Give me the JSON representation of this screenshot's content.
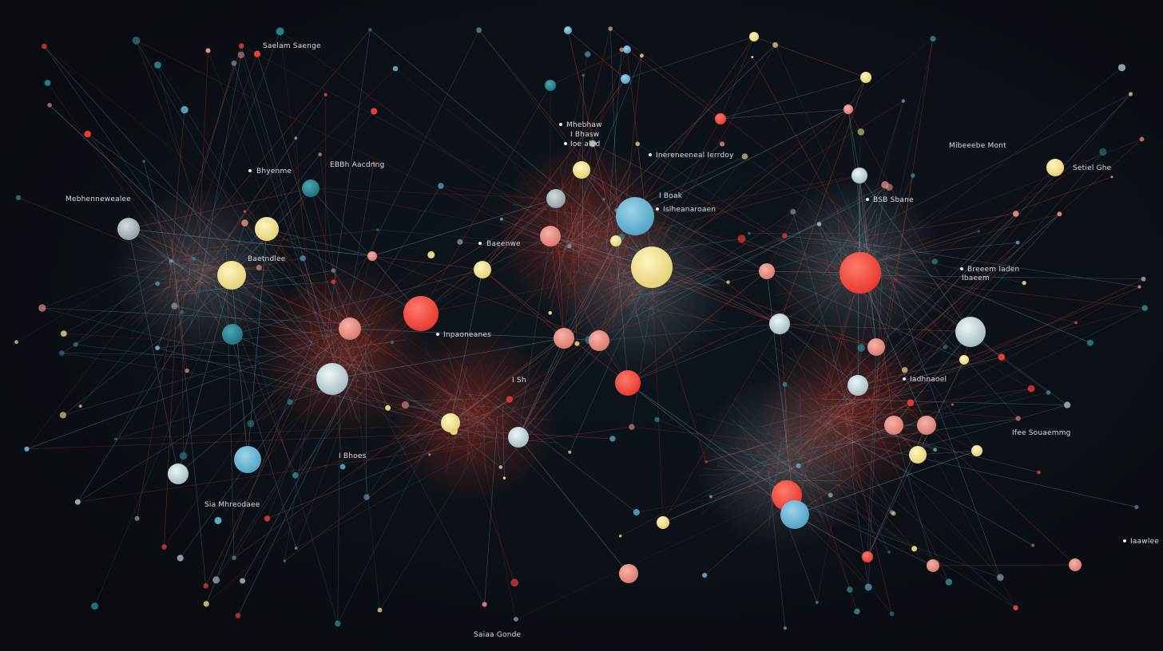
{
  "palette": {
    "background": "#0a0f14",
    "edge_blue": "#5f8aa8",
    "edge_red": "#d8412e",
    "node_red": "#f0443a",
    "node_salmon": "#ef8a80",
    "node_yellow": "#f1df8c",
    "node_blue": "#6ab4d3",
    "node_teal": "#2f8d9c",
    "node_pale": "#c8dadd",
    "node_grey": "#a9b7bc"
  },
  "labels": [
    {
      "id": "lbl-1",
      "text": "Saelam Saenge"
    },
    {
      "id": "lbl-2",
      "text": "Mhebhaw"
    },
    {
      "id": "lbl-3",
      "text": "I Bhasw"
    },
    {
      "id": "lbl-4",
      "text": "Ioe aled"
    },
    {
      "id": "lbl-5",
      "text": "Inereneeneal Ierrdoy"
    },
    {
      "id": "lbl-6",
      "text": "Mibeeebe Mont"
    },
    {
      "id": "lbl-7",
      "text": "Setiel Ghe"
    },
    {
      "id": "lbl-8",
      "text": "Mebhennewealee"
    },
    {
      "id": "lbl-9",
      "text": "Bhyenme"
    },
    {
      "id": "lbl-10",
      "text": "EBBh Aacdnng"
    },
    {
      "id": "lbl-11",
      "text": "I Boak"
    },
    {
      "id": "lbl-12",
      "text": "Islheanaroaen"
    },
    {
      "id": "lbl-13",
      "text": "BSB Sbane"
    },
    {
      "id": "lbl-14",
      "text": "Baeenwe"
    },
    {
      "id": "lbl-15",
      "text": "Baetndlee"
    },
    {
      "id": "lbl-16",
      "text": "Breeem Iaden"
    },
    {
      "id": "lbl-17",
      "text": "Ibaeem"
    },
    {
      "id": "lbl-18",
      "text": "Inpaoneanes"
    },
    {
      "id": "lbl-19",
      "text": "I Sh"
    },
    {
      "id": "lbl-20",
      "text": "Iadhnaoel"
    },
    {
      "id": "lbl-21",
      "text": "Ifee Souaemmg"
    },
    {
      "id": "lbl-22",
      "text": "I Bhoes"
    },
    {
      "id": "lbl-23",
      "text": "Sia Mhreodaee"
    },
    {
      "id": "lbl-24",
      "text": "Iaawlee"
    },
    {
      "id": "lbl-25",
      "text": "Saiaa Gonde"
    }
  ],
  "hub_colors": [
    "red",
    "yellow",
    "blue",
    "salmon",
    "pale",
    "red",
    "yellow",
    "blue"
  ]
}
